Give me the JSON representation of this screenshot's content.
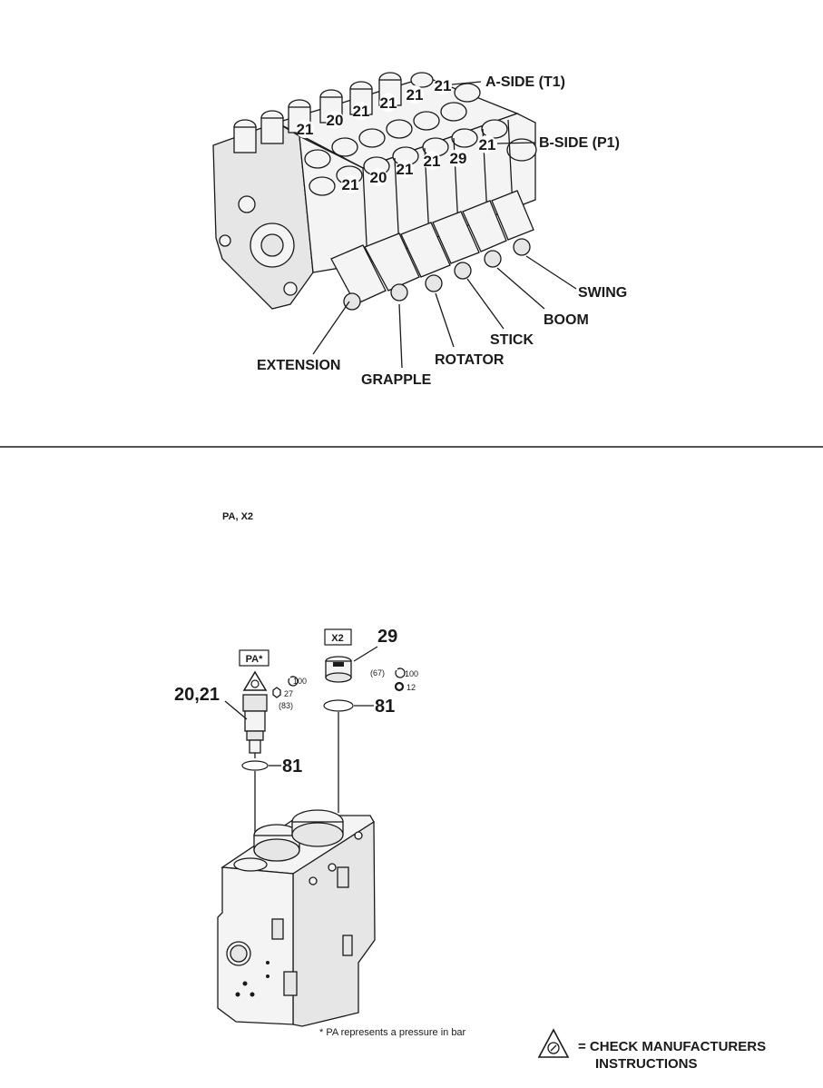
{
  "top_diagram": {
    "side_labels": {
      "a_side": "A-SIDE (T1)",
      "b_side": "B-SIDE (P1)"
    },
    "section_labels": {
      "extension": "EXTENSION",
      "grapple": "GRAPPLE",
      "rotator": "ROTATOR",
      "stick": "STICK",
      "boom": "BOOM",
      "swing": "SWING"
    },
    "callouts": {
      "c1": "21",
      "c2": "20",
      "c3": "21",
      "c4": "21",
      "c5": "21",
      "c6": "21",
      "c7": "21",
      "c8": "20",
      "c9": "21",
      "c10": "21",
      "c11": "29",
      "c12": "21"
    }
  },
  "bottom_diagram": {
    "heading": "PA, X2",
    "pa_box": "PA*",
    "x2_box": "X2",
    "left_part_number": "20,21",
    "right_part_number": "29",
    "seal_left": "81",
    "seal_right": "81",
    "left_torque": {
      "value": "100",
      "wrench": "27",
      "paren": "(83)"
    },
    "right_torque": {
      "value": "100",
      "paren": "(67)",
      "ring": "12"
    },
    "footnote": "* PA represents a pressure in bar",
    "legend_line1": "= CHECK MANUFACTURERS",
    "legend_line2": "INSTRUCTIONS"
  }
}
